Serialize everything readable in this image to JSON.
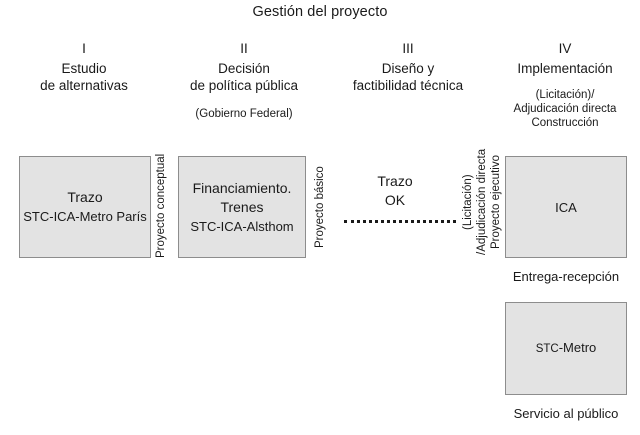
{
  "diagram": {
    "title": "Gestión del proyecto",
    "phases": [
      {
        "numeral": "I",
        "title": "Estudio\nde alternativas",
        "note": ""
      },
      {
        "numeral": "II",
        "title": "Decisión\nde política pública",
        "note": "(Gobierno Federal)"
      },
      {
        "numeral": "III",
        "title": "Diseño y\nfactibilidad técnica",
        "note": ""
      },
      {
        "numeral": "IV",
        "title": "Implementación",
        "note": "(Licitación)/\nAdjudicación directa\nConstrucción"
      }
    ],
    "boxes": {
      "trazo": {
        "line1": "Trazo",
        "line2": "STC-ICA-Metro París"
      },
      "financiamiento": {
        "line1": "Financiamiento.",
        "line2": "Trenes",
        "line3": "STC-ICA-Alsthom"
      },
      "ica": {
        "label": "ICA"
      },
      "stc_metro": {
        "label": "STC-Metro",
        "prefix": "STC",
        "suffix": "-Metro"
      }
    },
    "connectors": {
      "proyecto_conceptual": "Proyecto conceptual",
      "proyecto_basico": "Proyecto básico",
      "licitacion_line1": "(Licitación)",
      "licitacion_line2": "/Adjudicación directa",
      "licitacion_line3": "Proyecto ejecutivo"
    },
    "column_three": {
      "status": "Trazo\nOK"
    },
    "lower_labels": {
      "entrega_recepcion": "Entrega-recepción",
      "servicio_publico": "Servicio al público"
    },
    "colors": {
      "box_fill": "#e3e3e3",
      "box_border": "#8d8d8d",
      "text": "#1a1a1a",
      "background": "#ffffff"
    }
  }
}
